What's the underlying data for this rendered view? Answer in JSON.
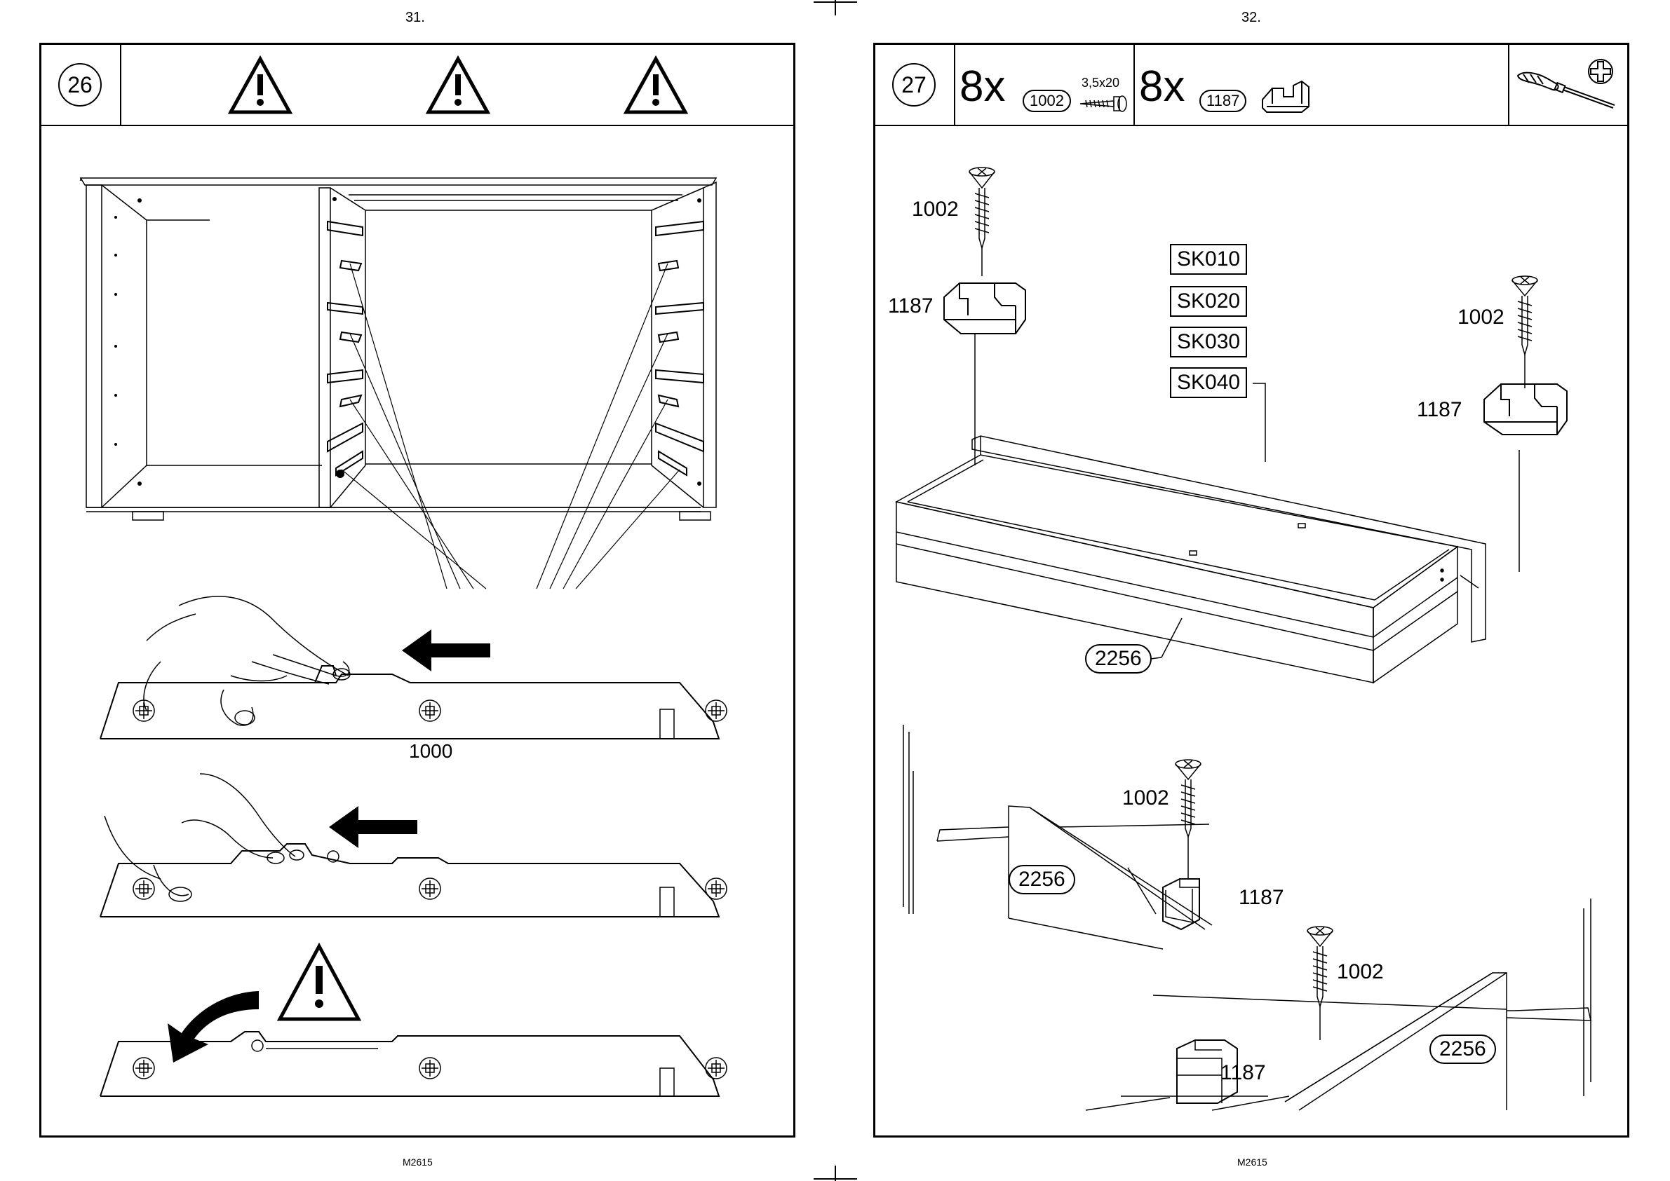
{
  "left_page": {
    "page_number": "31.",
    "footer": "M2615",
    "step": "26",
    "part_label": "1000"
  },
  "right_page": {
    "page_number": "32.",
    "footer": "M2615",
    "step": "27",
    "parts": [
      {
        "quantity": "8x",
        "part": "1002",
        "spec": "3,5x20"
      },
      {
        "quantity": "8x",
        "part": "1187"
      }
    ],
    "codes": [
      "SK010",
      "SK020",
      "SK030",
      "SK040"
    ],
    "callouts": {
      "screw": "1002",
      "clip": "1187",
      "board": "2256"
    }
  },
  "icons": [
    "warning-icon",
    "screw-icon",
    "clip-icon",
    "screwdriver-icon",
    "phillips-head-icon",
    "hand-icon",
    "arrow-left-icon"
  ]
}
